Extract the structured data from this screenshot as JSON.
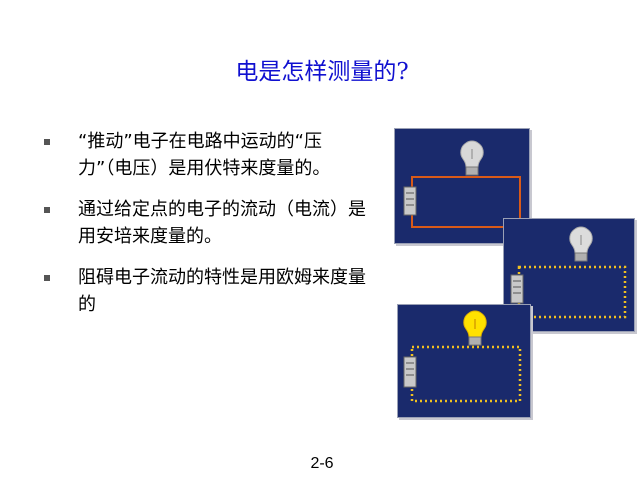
{
  "slide": {
    "title": "电是怎样测量的?",
    "bullets": [
      "“推动”电子在电路中运动的“压力”（电压）是用伏特来度量的。",
      "通过给定点的电子的流动（电流）是用安培来度量的。",
      "阻碍电子流动的特性是用欧姆来度量的"
    ],
    "page_number": "2-6"
  },
  "figures": [
    {
      "name": "circuit-open",
      "bulb": "off",
      "current_dots": false
    },
    {
      "name": "circuit-dim",
      "bulb": "off",
      "current_dots": true
    },
    {
      "name": "circuit-bright",
      "bulb": "on",
      "current_dots": true
    }
  ],
  "colors": {
    "title": "#1010d0",
    "panel_bg": "#1a2a6c",
    "wire": "#d95a18",
    "current_dots": "#f0c020",
    "bulb_lit": "#ffe100"
  }
}
